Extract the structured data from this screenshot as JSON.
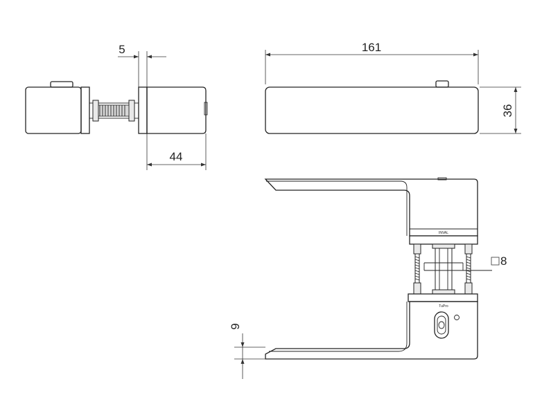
{
  "dimensions": {
    "rose_spacing": "5",
    "rose_depth": "44",
    "length": "161",
    "height": "36",
    "spindle": "8",
    "lever_thickness": "9"
  },
  "markings": {
    "upper_rose": "INVAL",
    "lower_rose": "TuPro"
  }
}
